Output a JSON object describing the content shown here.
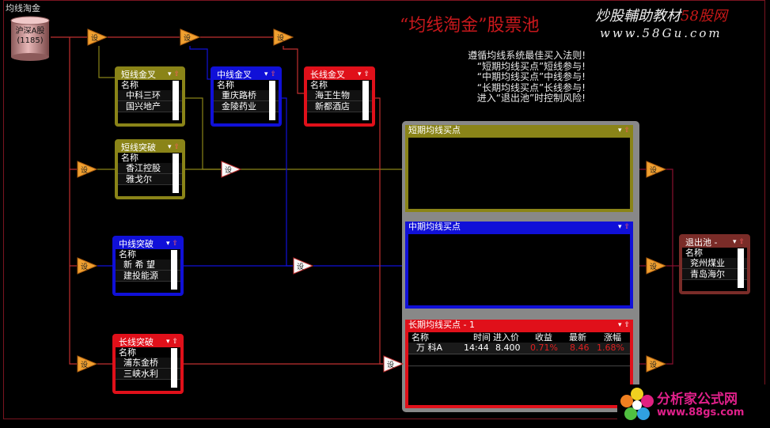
{
  "app_title": "均线淘金",
  "source_db": {
    "name": "沪深A股",
    "count": "(1185)"
  },
  "set_label": "设",
  "headline": "“均线淘金”股票池",
  "rules": [
    "遵循均线系统最佳买入法则!",
    "“短期均线买点”短线参与!",
    "“中期均线买点”中线参与!",
    "“长期均线买点”长线参与!",
    "进入“退出池”时控制风险!"
  ],
  "watermark": {
    "line1_a": "炒股輔助教材",
    "line1_b": "58股网",
    "line2": "www.58Gu.com",
    "logo_a": "分析家公式网",
    "logo_b": "www.88gs.com"
  },
  "icons": {
    "filter": "filter-icon",
    "up": "up-arrow-icon"
  },
  "colors": {
    "olive": "#8a8418",
    "blue": "#1010d8",
    "red": "#e0101a",
    "maroon": "#7a2c28",
    "pool_gray": "#888888"
  },
  "filters": {
    "short_cross": {
      "title": "短线金叉",
      "col": "名称",
      "stocks": [
        "中科三环",
        "国兴地产"
      ]
    },
    "mid_cross": {
      "title": "中线金叉",
      "col": "名称",
      "stocks": [
        "重庆路桥",
        "金陵药业"
      ]
    },
    "long_cross": {
      "title": "长线金叉",
      "col": "名称",
      "stocks": [
        "海王生物",
        "新都酒店"
      ]
    },
    "short_break": {
      "title": "短线突破",
      "col": "名称",
      "stocks": [
        "香江控股",
        "雅戈尔"
      ]
    },
    "mid_break": {
      "title": "中线突破",
      "col": "名称",
      "stocks": [
        "新 希 望",
        "建投能源"
      ]
    },
    "long_break": {
      "title": "长线突破",
      "col": "名称",
      "stocks": [
        "浦东金桥",
        "三峡水利"
      ]
    },
    "exit_pool": {
      "title": "退出池 -",
      "col": "名称",
      "stocks": [
        "兖州煤业",
        "青岛海尔"
      ]
    }
  },
  "pools": {
    "short": {
      "title": "短期均线买点"
    },
    "mid": {
      "title": "中期均线买点"
    },
    "long": {
      "title": "长期均线买点 - 1",
      "columns": [
        "名称",
        "时间",
        "进入价",
        "收益",
        "最新",
        "涨幅"
      ],
      "rows": [
        {
          "name": "万  科A",
          "time": "14:44",
          "entry": "8.400",
          "gain": "0.71%",
          "latest": "8.46",
          "change": "1.68%"
        }
      ]
    }
  }
}
